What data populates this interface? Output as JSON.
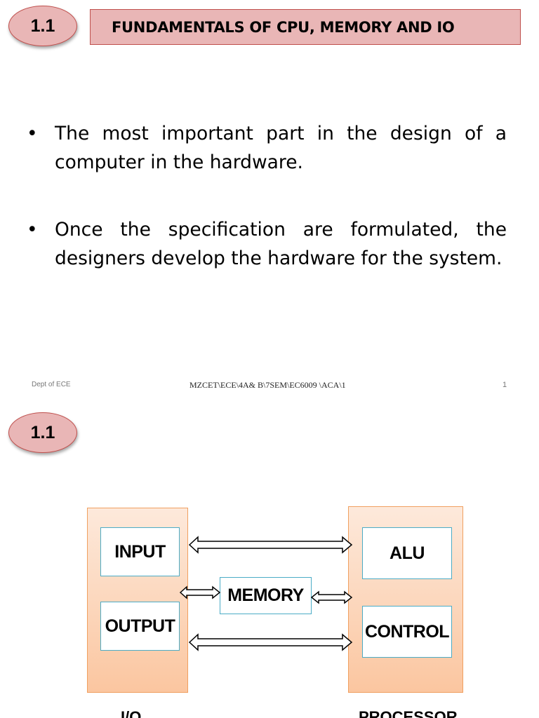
{
  "slide1": {
    "badge": "1.1",
    "title": "FUNDAMENTALS OF CPU, MEMORY AND IO",
    "bullets": [
      "The most important part in the design of a computer in the hardware.",
      "Once the specification are formulated, the designers develop the hardware for the system."
    ],
    "bullet_glyph": "•",
    "footer": {
      "left": "Dept of ECE",
      "middle": "MZCET\\ECE\\4A& B\\7SEM\\EC6009 \\ACA\\1",
      "right": "1"
    }
  },
  "slide2": {
    "badge": "1.1",
    "diagram": {
      "io_units": [
        "INPUT",
        "OUTPUT"
      ],
      "memory": "MEMORY",
      "processor_units": [
        "ALU",
        "CONTROL"
      ],
      "io_label": "I/O",
      "processor_label": "PROCESSOR"
    }
  },
  "colors": {
    "badge_fill": "#e9b6b6",
    "badge_border": "#c0504d",
    "panel_top": "#fde9db",
    "panel_bottom": "#fbc6a0",
    "unit_border": "#4bacc6"
  }
}
